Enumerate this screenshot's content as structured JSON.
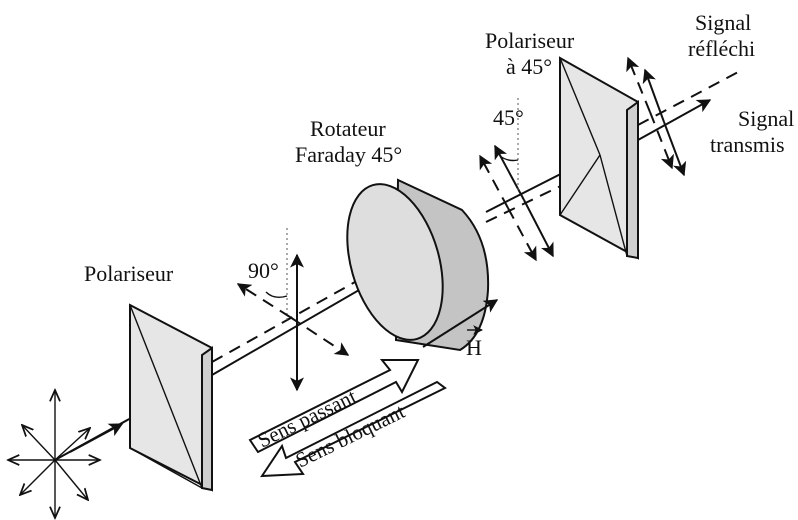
{
  "labels": {
    "polariseur": "Polariseur",
    "rotateur_line1": "Rotateur",
    "rotateur_line2": "Faraday 45°",
    "polariseur45_line1": "Polariseur",
    "polariseur45_line2": "à 45°",
    "signal_reflechi_line1": "Signal",
    "signal_reflechi_line2": "réfléchi",
    "signal_transmis_line1": "Signal",
    "signal_transmis_line2": "transmis",
    "angle_90": "90°",
    "angle_45": "45°",
    "field_h": "H"
  },
  "banners": {
    "passant": "Sens passant",
    "bloquant": "Sens bloquant"
  },
  "colors": {
    "stroke": "#111111",
    "prism_fill": "#e6e6e6",
    "prism_side": "#cfcfcf",
    "cylinder_body": "#c4c4c4",
    "cylinder_face": "#dedede"
  }
}
